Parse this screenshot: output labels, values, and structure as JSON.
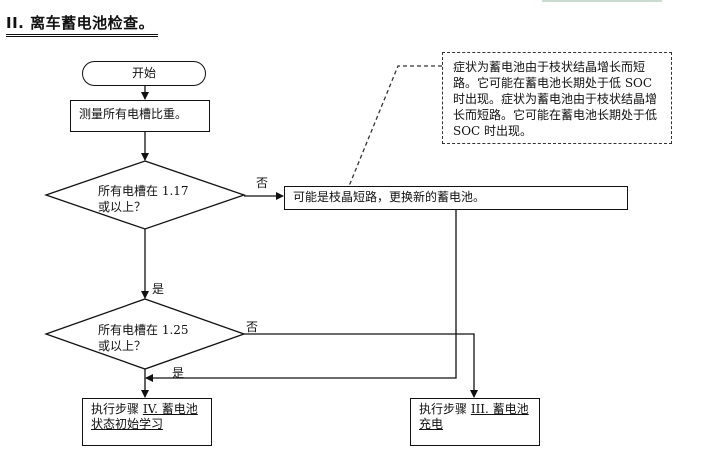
{
  "section_title": "II.  离车蓄电池检查。",
  "nodes": {
    "start": "开始",
    "measure": "测量所有电槽比重。",
    "decision1": [
      "所有电槽在 1.17",
      "或以上？"
    ],
    "decision2": [
      "所有电槽在 1.25",
      "或以上？"
    ],
    "replace": "可能是枝晶短路，更换新的蓄电池。",
    "step4": {
      "prefix": "执行步骤 ",
      "link_line1": "IV. 蓄电池",
      "link_line2": "状态初始学习"
    },
    "step3": {
      "prefix": "执行步骤 ",
      "link_line1": "III. 蓄电池",
      "link_line2": "充电"
    }
  },
  "note": [
    "症状为蓄电池由于枝状结晶增长而短",
    "路。它可能在蓄电池长期处于低 SOC",
    "时出现。症状为蓄电池由于枝状结晶增",
    "长而短路。它可能在蓄电池长期处于低",
    "SOC 时出现。"
  ],
  "labels": {
    "no1": "否",
    "yes1": "是",
    "no2": "否",
    "yes2": "是"
  }
}
